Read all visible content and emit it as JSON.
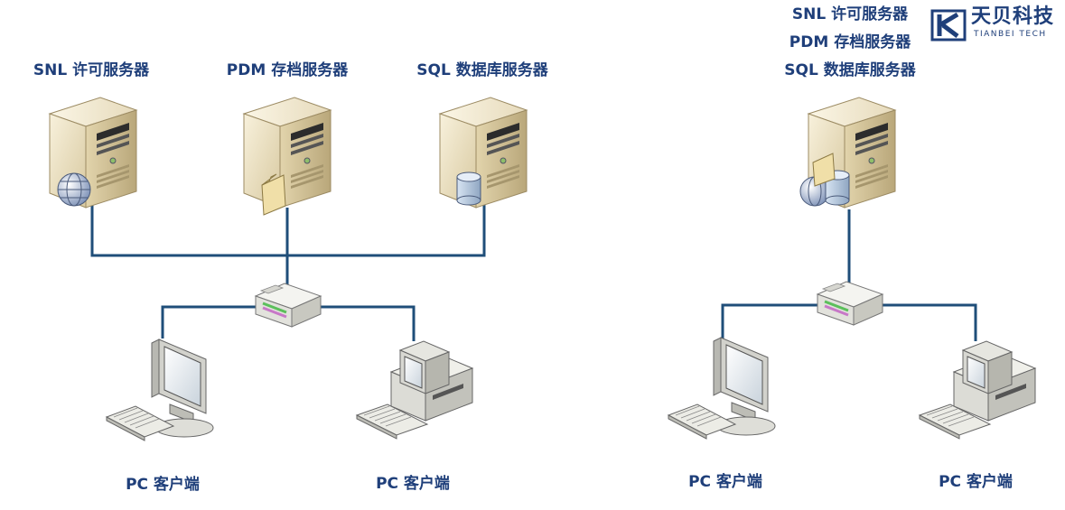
{
  "left_network": {
    "servers": [
      {
        "label": "SNL 许可服务器",
        "badge": "globe-icon"
      },
      {
        "label": "PDM 存档服务器",
        "badge": "folder-icon"
      },
      {
        "label": "SQL 数据库服务器",
        "badge": "database-icon"
      }
    ],
    "clients": [
      {
        "label": "PC 客户端",
        "type": "monitor-workstation"
      },
      {
        "label": "PC 客户端",
        "type": "tower-workstation"
      }
    ]
  },
  "right_network": {
    "server_labels": [
      "SNL 许可服务器",
      "PDM 存档服务器",
      "SQL 数据库服务器"
    ],
    "server_badges": [
      "globe-icon",
      "folder-icon",
      "database-icon"
    ],
    "clients": [
      {
        "label": "PC 客户端",
        "type": "monitor-workstation"
      },
      {
        "label": "PC 客户端",
        "type": "tower-workstation"
      }
    ]
  },
  "logo": {
    "name": "天贝科技",
    "sub": "TIANBEI TECH"
  },
  "colors": {
    "label": "#1f3f7a",
    "cable": "#1f4e79",
    "server_front": "#efe6c9",
    "server_side": "#c9b98f"
  }
}
